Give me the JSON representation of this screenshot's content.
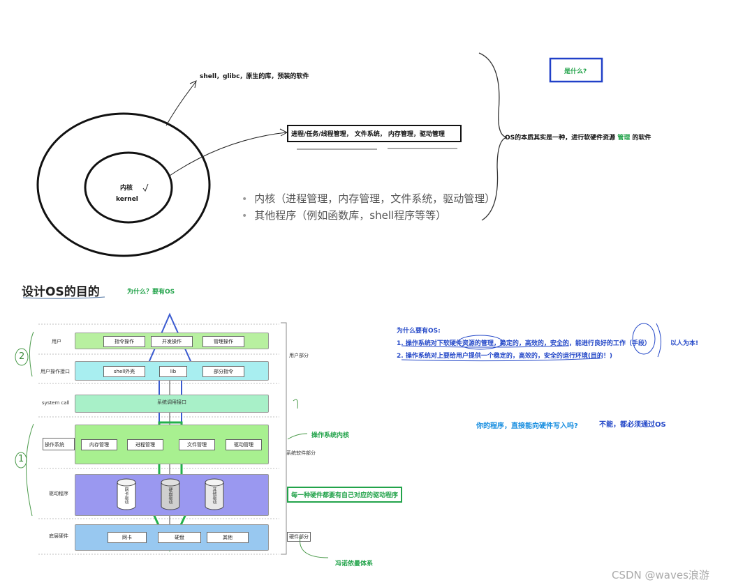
{
  "top": {
    "outer_ring_note": "shell，glibc，原生的库，预装的软件",
    "kernel_cn": "内核",
    "kernel_en": "kernel",
    "kernel_components": "进程/任务/线程管理， 文件系统， 内存管理，驱动管理",
    "os_essence_prefix": "OS的本质其实是一种，进行软硬件资源 ",
    "os_essence_highlight": "管理",
    "os_essence_suffix": " 的软件",
    "what_is": "是什么?",
    "bullets": [
      "内核（进程管理，内存管理，文件系统，驱动管理）",
      "其他程序（例如函数库，shell程序等等）"
    ]
  },
  "section": {
    "title": "设计OS的目的",
    "why_note": "为什么？要有OS"
  },
  "diagram": {
    "rows": [
      {
        "label": "用户",
        "boxes": [
          "指令操作",
          "开发操作",
          "管理操作"
        ],
        "color": "#b8f0a0"
      },
      {
        "label": "用户操作接口",
        "boxes": [
          "shell外壳",
          "lib",
          "部分指令"
        ],
        "color": "#a8eef0"
      },
      {
        "label": "system call",
        "boxes": [
          "系统调用接口"
        ],
        "color": "#a8f0c8"
      },
      {
        "label": "操作系统",
        "boxes": [
          "内存管理",
          "进程管理",
          "文件管理",
          "驱动管理"
        ],
        "color": "#a8f090"
      },
      {
        "label": "驱动程序",
        "boxes": [
          "网卡驱动",
          "硬盘驱动",
          "其他驱动"
        ],
        "color": "#9a98f0"
      },
      {
        "label": "底层硬件",
        "boxes": [
          "网卡",
          "硬盘",
          "其他"
        ],
        "color": "#98c8f0"
      }
    ],
    "right_labels": {
      "user_part": "用户部分",
      "sys_part": "系统软件部分",
      "hw_part": "硬件部分"
    },
    "annotations": {
      "kernel_note": "操作系统内核",
      "driver_note": "每一种硬件都要有自己对应的驱动程序",
      "layer_note": "冯诺依曼体系",
      "num_two": "2",
      "num_one": "1"
    }
  },
  "why_block": {
    "heading": "为什么要有OS:",
    "line1": "1. 操作系统对下软硬件资源的管理，稳定的，高效的，安全的，能进行良好的工作（手段）",
    "line2": "2. 操作系统对上要给用户提供一个稳定的，高效的，安全的运行环境(目的！)",
    "people_first": "以人为本!"
  },
  "question": {
    "text": "你的程序，直接能向硬件写入吗?",
    "answer": "不能，都必须通过OS"
  },
  "watermark": "CSDN @waves浪游",
  "colors": {
    "green": "#22a34a",
    "blue": "#2448c8",
    "cyan": "#1a8fe0"
  }
}
